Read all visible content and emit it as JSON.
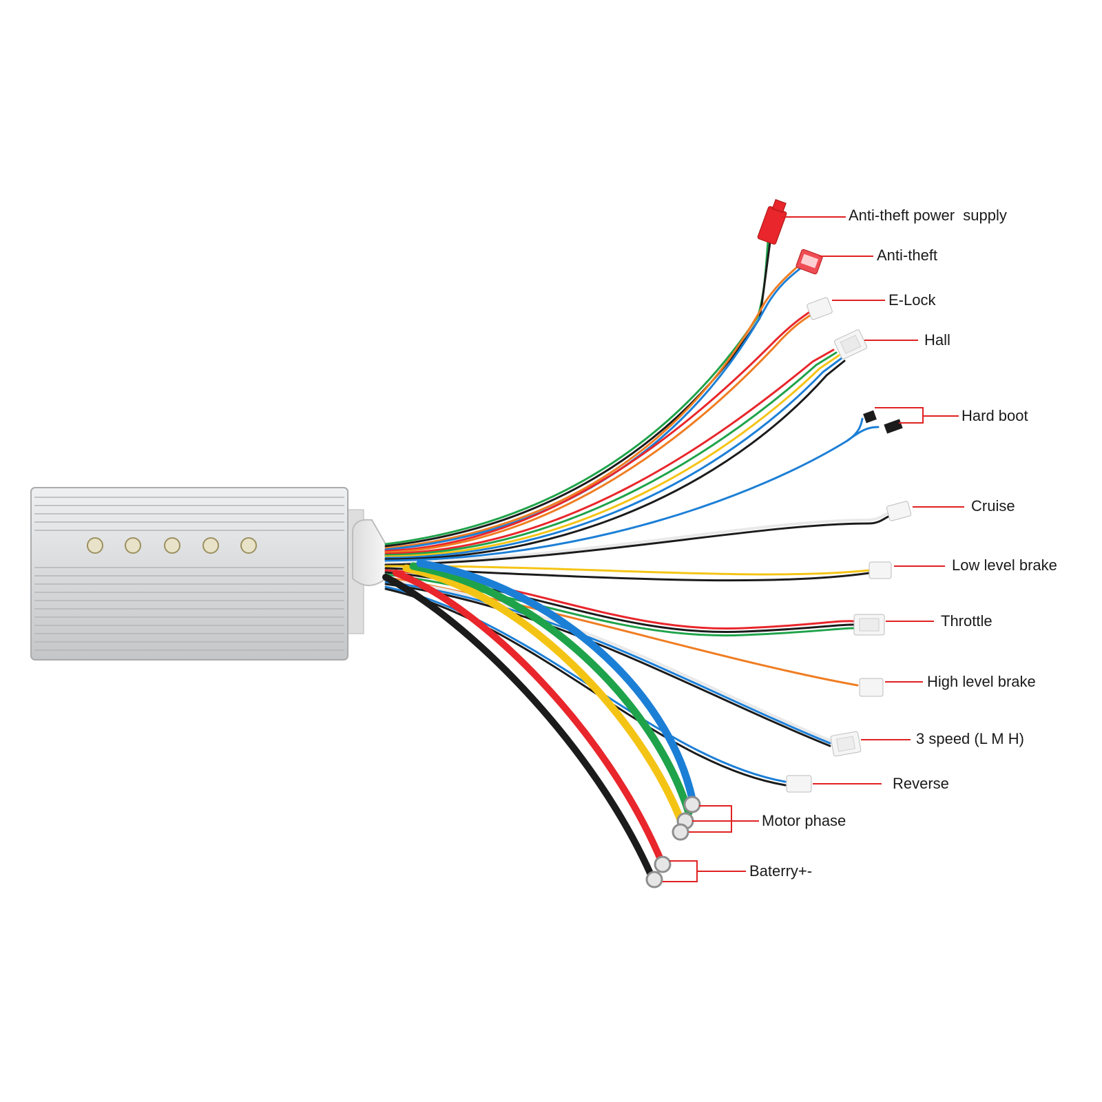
{
  "labels": {
    "anti_theft_power_supply": "Anti-theft power  supply",
    "anti_theft": "Anti-theft",
    "e_lock": "E-Lock",
    "hall": "Hall",
    "hard_boot": "Hard boot",
    "cruise": "Cruise",
    "low_level_brake": "Low level brake",
    "throttle": "Throttle",
    "high_level_brake": "High level brake",
    "three_speed": "3 speed (L M H)",
    "reverse": "Reverse",
    "motor_phase": "Motor phase",
    "battery": "Baterry+-"
  },
  "colors": {
    "callout_line": "#e02020",
    "wire_red": "#e8262b",
    "wire_black": "#1b1b1b",
    "wire_yellow": "#f4c415",
    "wire_green": "#1fa34a",
    "wire_blue": "#1c7fd6",
    "wire_orange": "#ef7d22",
    "wire_white": "#e9e9e9",
    "controller_body": "#d9dbdd"
  }
}
